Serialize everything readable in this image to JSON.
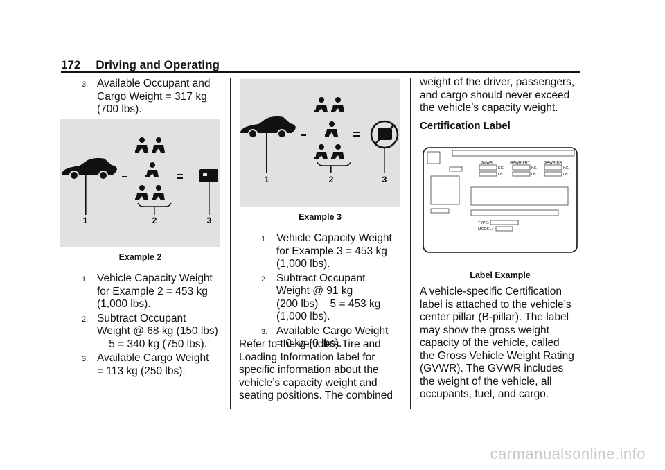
{
  "header": {
    "page_number": "172",
    "section_title": "Driving and Operating"
  },
  "col1": {
    "item3_prev": {
      "num": "3.",
      "lines": [
        "Available Occupant and",
        "Cargo Weight = 317 kg",
        "(700 lbs)."
      ]
    },
    "figure": {
      "caption": "Example 2",
      "callouts": [
        "1",
        "2",
        "3"
      ],
      "minus": "–",
      "equals": "="
    },
    "items": [
      {
        "num": "1.",
        "lines": [
          "Vehicle Capacity Weight",
          "for Example 2 = 453 kg",
          "(1,000 lbs)."
        ]
      },
      {
        "num": "2.",
        "lines": [
          "Subtract Occupant",
          "Weight @ 68 kg (150 lbs)",
          "    5 = 340 kg (750 lbs)."
        ]
      },
      {
        "num": "3.",
        "lines": [
          "Available Cargo Weight",
          "= 113 kg (250 lbs)."
        ]
      }
    ]
  },
  "col2": {
    "figure": {
      "caption": "Example 3",
      "callouts": [
        "1",
        "2",
        "3"
      ],
      "minus": "–",
      "equals": "="
    },
    "items": [
      {
        "num": "1.",
        "lines": [
          "Vehicle Capacity Weight",
          "for Example 3 = 453 kg",
          "(1,000 lbs)."
        ]
      },
      {
        "num": "2.",
        "lines": [
          "Subtract Occupant",
          "Weight @ 91 kg",
          "(200 lbs)    5 = 453 kg",
          "(1,000 lbs)."
        ]
      },
      {
        "num": "3.",
        "lines": [
          "Available Cargo Weight",
          "= 0 kg (0 lbs)."
        ]
      }
    ],
    "paragraph": [
      "Refer to the vehicle’s Tire and",
      "Loading Information label for",
      "specific information about the",
      "vehicle’s capacity weight and",
      "seating positions. The combined"
    ]
  },
  "col3": {
    "paragraph_cont": [
      "weight of the driver, passengers,",
      "and cargo should never exceed",
      "the vehicle’s capacity weight."
    ],
    "heading": "Certification Label",
    "label_figure": {
      "caption": "Label Example",
      "gvwr": "GVWR",
      "gawr_frt": "GAWR FRT",
      "gawr_rr": "GAWR RR",
      "kg": "KG",
      "lb": "LB",
      "type": "TYPE:",
      "model": "MODEL:"
    },
    "paragraph": [
      "A vehicle-specific Certification",
      "label is attached to the vehicle’s",
      "center pillar (B-pillar). The label",
      "may show the gross weight",
      "capacity of the vehicle, called",
      "the Gross Vehicle Weight Rating",
      "(GVWR). The GVWR includes",
      "the weight of the vehicle, all",
      "occupants, fuel, and cargo."
    ]
  },
  "watermark": "carmanualsonline.info"
}
